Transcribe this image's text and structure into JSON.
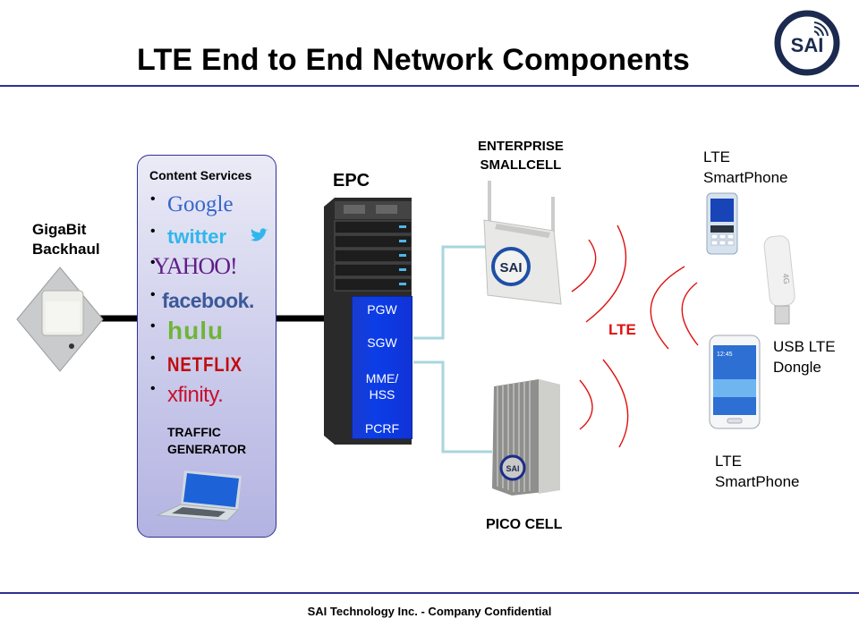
{
  "header": {
    "title": "LTE End to End Network Components",
    "logo_text": "SAI",
    "rule_color": "#2e3192"
  },
  "backhaul": {
    "label_line1": "GigaBit",
    "label_line2": "Backhaul",
    "icon": "backhaul-antenna-icon"
  },
  "content_services": {
    "title": "Content Services",
    "bullet": "•",
    "items": [
      {
        "label": "Google",
        "color": "#3366cc"
      },
      {
        "label": "twitter",
        "color": "#2fb7ec"
      },
      {
        "label": "YAHOO!",
        "color": "#5f1c85"
      },
      {
        "label": "facebook.",
        "color": "#3b5998"
      },
      {
        "label": "hulu",
        "color": "#6fb536"
      },
      {
        "label": "NETFLIX",
        "color": "#c00d0d"
      },
      {
        "label": "xfinity.",
        "color": "#c8102e"
      }
    ],
    "traffic_line1": "TRAFFIC",
    "traffic_line2": "GENERATOR",
    "laptop_icon": "laptop-icon"
  },
  "epc": {
    "title": "EPC",
    "functions": [
      "PGW",
      "SGW",
      "MME/",
      "HSS",
      "PCRF"
    ],
    "panel_color": "#0b3de8"
  },
  "enterprise": {
    "label_line1": "ENTERPRISE",
    "label_line2": "SMALLCELL",
    "badge": "SAI"
  },
  "pico": {
    "label": "PICO CELL",
    "badge": "SAI"
  },
  "air": {
    "label": "LTE",
    "color": "#e01010"
  },
  "devices": {
    "phone1_line1": "LTE",
    "phone1_line2": "SmartPhone",
    "dongle_line1": "USB LTE",
    "dongle_line2": "Dongle",
    "dongle_text": "4G",
    "phone2_line1": "LTE",
    "phone2_line2": "SmartPhone",
    "phone2_time": "12:45"
  },
  "footer": {
    "text": "SAI Technology Inc. - Company Confidential"
  }
}
